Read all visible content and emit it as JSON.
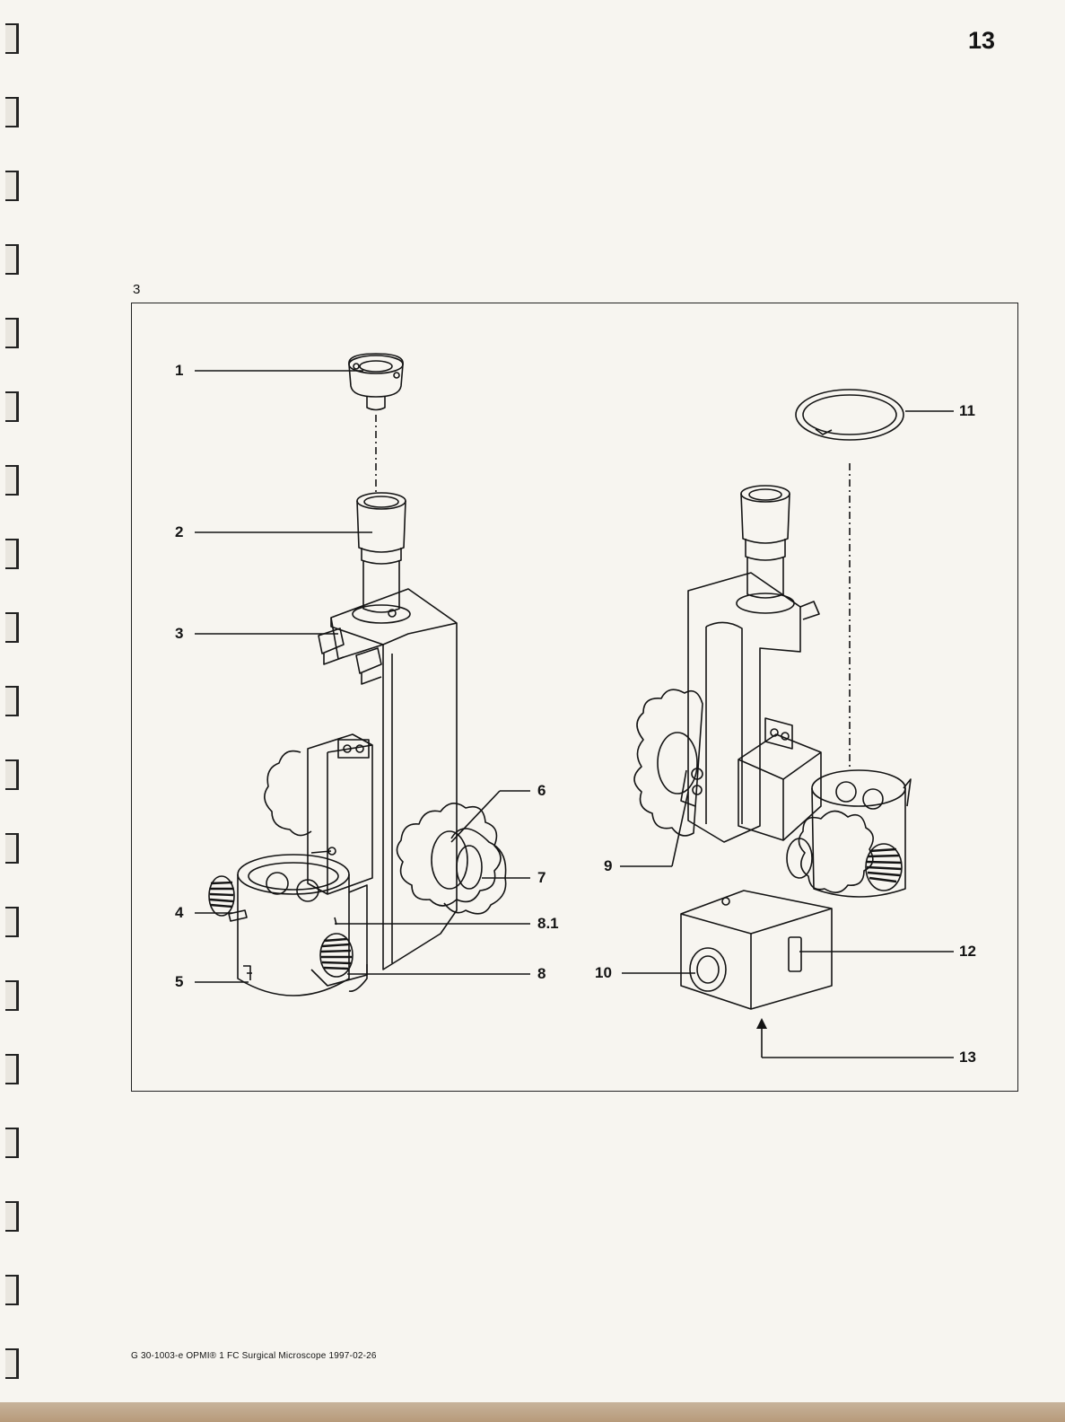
{
  "page": {
    "number": "13",
    "figure_number": "3"
  },
  "figure": {
    "callouts": [
      "1",
      "2",
      "3",
      "4",
      "5",
      "6",
      "7",
      "8.1",
      "8",
      "9",
      "10",
      "11",
      "12",
      "13"
    ]
  },
  "footer": {
    "text": "G 30-1003-e   OPMI® 1 FC  Surgical Microscope   1997-02-26"
  }
}
